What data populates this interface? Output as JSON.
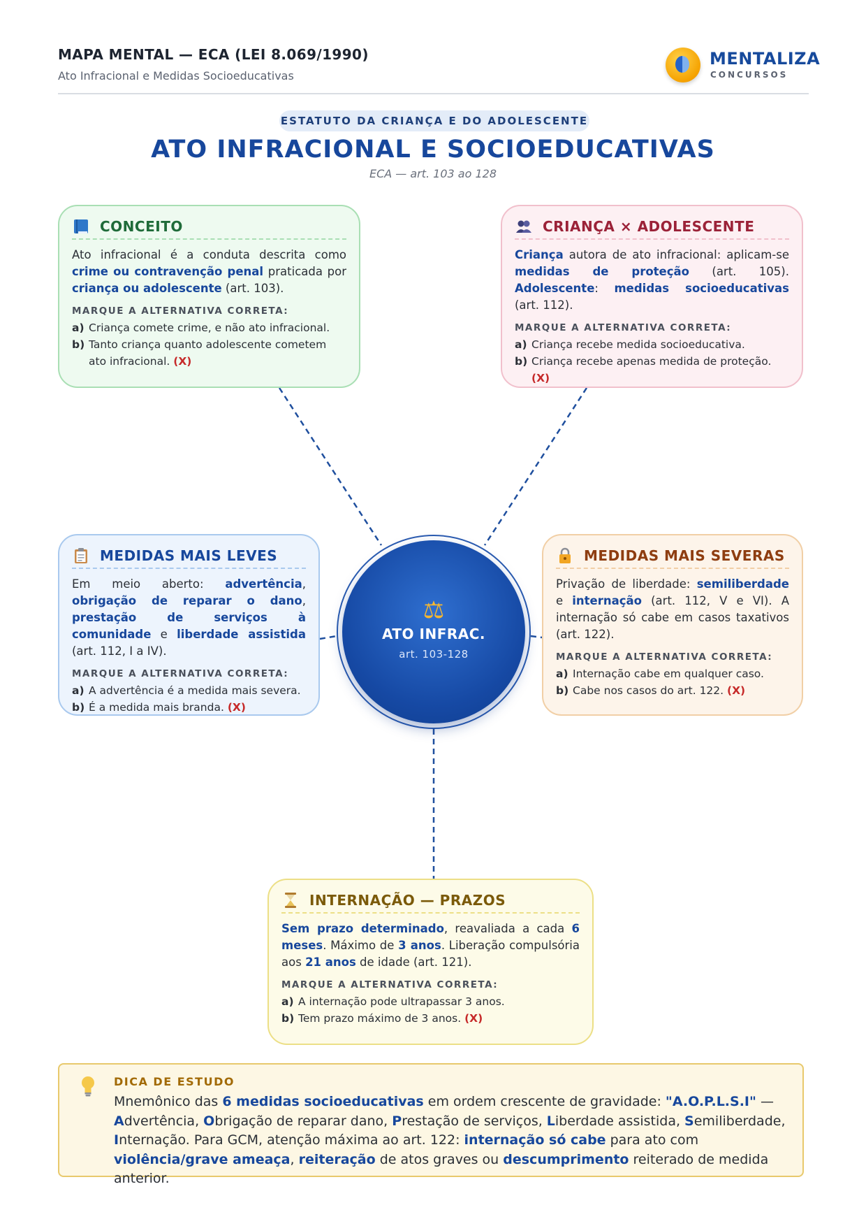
{
  "header": {
    "title": "MAPA MENTAL — ECA (LEI 8.069/1990)",
    "subtitle": "Ato Infracional e Medidas Socioeducativas",
    "brand_name": "MENTALIZA",
    "brand_tag": "CONCURSOS"
  },
  "hero": {
    "pill": "ESTATUTO DA CRIANÇA E DO ADOLESCENTE",
    "title": "ATO INFRACIONAL E SOCIOEDUCATIVAS",
    "subtitle": "ECA — art. 103 ao 128"
  },
  "hub": {
    "label": "ATO INFRAC.",
    "sub": "art. 103-128"
  },
  "quiz_heading": "MARQUE A ALTERNATIVA CORRETA:",
  "correct_mark": "(X)",
  "cards": {
    "conceito": {
      "title": "CONCEITO",
      "icon": "book-icon",
      "body": [
        {
          "t": "Ato infracional é a conduta descrita como "
        },
        {
          "t": "crime ou contravenção penal",
          "hl": true
        },
        {
          "t": " praticada por "
        },
        {
          "t": "criança ou adolescente",
          "hl": true
        },
        {
          "t": " (art. 103)."
        }
      ],
      "options": [
        {
          "key": "a)",
          "text": "Criança comete crime, e não ato infracional.",
          "correct": false
        },
        {
          "key": "b)",
          "text": "Tanto criança quanto adolescente cometem ato infracional.",
          "correct": true
        }
      ]
    },
    "crianca": {
      "title": "CRIANÇA × ADOLESCENTE",
      "icon": "people-icon",
      "body": [
        {
          "t": "Criança",
          "hl": true
        },
        {
          "t": " autora de ato infracional: aplicam-se "
        },
        {
          "t": "medidas de proteção",
          "hl": true
        },
        {
          "t": " (art. 105). "
        },
        {
          "t": "Adolescente",
          "hl": true
        },
        {
          "t": ": "
        },
        {
          "t": "medidas socioeducativas",
          "hl": true
        },
        {
          "t": " (art. 112)."
        }
      ],
      "options": [
        {
          "key": "a)",
          "text": "Criança recebe medida socioeducativa.",
          "correct": false
        },
        {
          "key": "b)",
          "text": "Criança recebe apenas medida de proteção.",
          "correct": true
        }
      ]
    },
    "leves": {
      "title": "MEDIDAS MAIS LEVES",
      "icon": "clipboard-icon",
      "body": [
        {
          "t": "Em meio aberto: "
        },
        {
          "t": "advertência",
          "hl": true
        },
        {
          "t": ", "
        },
        {
          "t": "obrigação de reparar o dano",
          "hl": true
        },
        {
          "t": ", "
        },
        {
          "t": "prestação de serviços à comunidade",
          "hl": true
        },
        {
          "t": " e "
        },
        {
          "t": "liberdade assistida",
          "hl": true
        },
        {
          "t": " (art. 112, I a IV)."
        }
      ],
      "options": [
        {
          "key": "a)",
          "text": "A advertência é a medida mais severa.",
          "correct": false
        },
        {
          "key": "b)",
          "text": "É a medida mais branda.",
          "correct": true
        }
      ]
    },
    "severas": {
      "title": "MEDIDAS MAIS SEVERAS",
      "icon": "lock-icon",
      "body": [
        {
          "t": "Privação de liberdade: "
        },
        {
          "t": "semiliberdade",
          "hl": true
        },
        {
          "t": " e "
        },
        {
          "t": "internação",
          "hl": true
        },
        {
          "t": " (art. 112, V e VI). A internação só cabe em casos taxativos (art. 122)."
        }
      ],
      "options": [
        {
          "key": "a)",
          "text": "Internação cabe em qualquer caso.",
          "correct": false
        },
        {
          "key": "b)",
          "text": "Cabe nos casos do art. 122.",
          "correct": true
        }
      ]
    },
    "prazos": {
      "title": "INTERNAÇÃO — PRAZOS",
      "icon": "hourglass-icon",
      "body": [
        {
          "t": "Sem prazo determinado",
          "hl": true
        },
        {
          "t": ", reavaliada a cada "
        },
        {
          "t": "6 meses",
          "hl": true
        },
        {
          "t": ". Máximo de "
        },
        {
          "t": "3 anos",
          "hl": true
        },
        {
          "t": ". Liberação compulsória aos "
        },
        {
          "t": "21 anos",
          "hl": true
        },
        {
          "t": " de idade (art. 121)."
        }
      ],
      "options": [
        {
          "key": "a)",
          "text": "A internação pode ultrapassar 3 anos.",
          "correct": false
        },
        {
          "key": "b)",
          "text": "Tem prazo máximo de 3 anos.",
          "correct": true
        }
      ]
    }
  },
  "tip": {
    "title": "DICA DE ESTUDO",
    "icon": "lightbulb-icon",
    "body": [
      {
        "t": "Mnemônico das "
      },
      {
        "t": "6 medidas socioeducativas",
        "hl": true
      },
      {
        "t": " em ordem crescente de gravidade: "
      },
      {
        "t": "\"A.O.P.L.S.I\"",
        "hl": true
      },
      {
        "t": " — "
      },
      {
        "t": "A",
        "hl": true
      },
      {
        "t": "dvertência, "
      },
      {
        "t": "O",
        "hl": true
      },
      {
        "t": "brigação de reparar dano, "
      },
      {
        "t": "P",
        "hl": true
      },
      {
        "t": "restação de serviços, "
      },
      {
        "t": "L",
        "hl": true
      },
      {
        "t": "iberdade assistida, "
      },
      {
        "t": "S",
        "hl": true
      },
      {
        "t": "emiliberdade, "
      },
      {
        "t": "I",
        "hl": true
      },
      {
        "t": "nternação. Para GCM, atenção máxima ao art. 122: "
      },
      {
        "t": "internação só cabe",
        "hl": true
      },
      {
        "t": " para ato com "
      },
      {
        "t": "violência/grave ameaça",
        "hl": true
      },
      {
        "t": ", "
      },
      {
        "t": "reiteração",
        "hl": true
      },
      {
        "t": " de atos graves ou "
      },
      {
        "t": "descumprimento",
        "hl": true
      },
      {
        "t": " reiterado de medida anterior."
      }
    ]
  },
  "colors": {
    "brand_blue": "#17479c",
    "correct_red": "#c62a2a",
    "green_card": "#eefaf0",
    "pink_card": "#fdf0f3",
    "blue_card": "#edf4fd",
    "orange_card": "#fdf4ea",
    "yellow_card": "#fdfbe8"
  }
}
